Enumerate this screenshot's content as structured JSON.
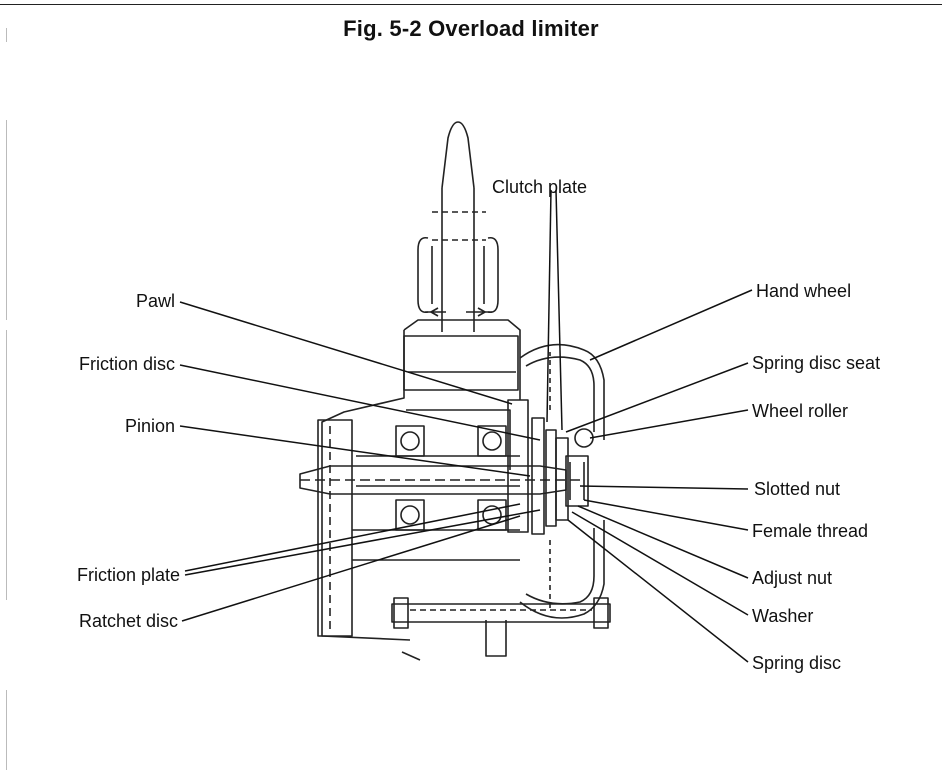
{
  "figure": {
    "title": "Fig. 5-2 Overload limiter"
  },
  "labels": {
    "clutch_plate": "Clutch plate",
    "pawl": "Pawl",
    "friction_disc": "Friction disc",
    "pinion": "Pinion",
    "friction_plate": "Friction plate",
    "ratchet_disc": "Ratchet disc",
    "hand_wheel": "Hand wheel",
    "spring_disc_seat": "Spring disc seat",
    "wheel_roller": "Wheel roller",
    "slotted_nut": "Slotted nut",
    "female_thread": "Female thread",
    "adjust_nut": "Adjust nut",
    "washer": "Washer",
    "spring_disc": "Spring disc"
  }
}
